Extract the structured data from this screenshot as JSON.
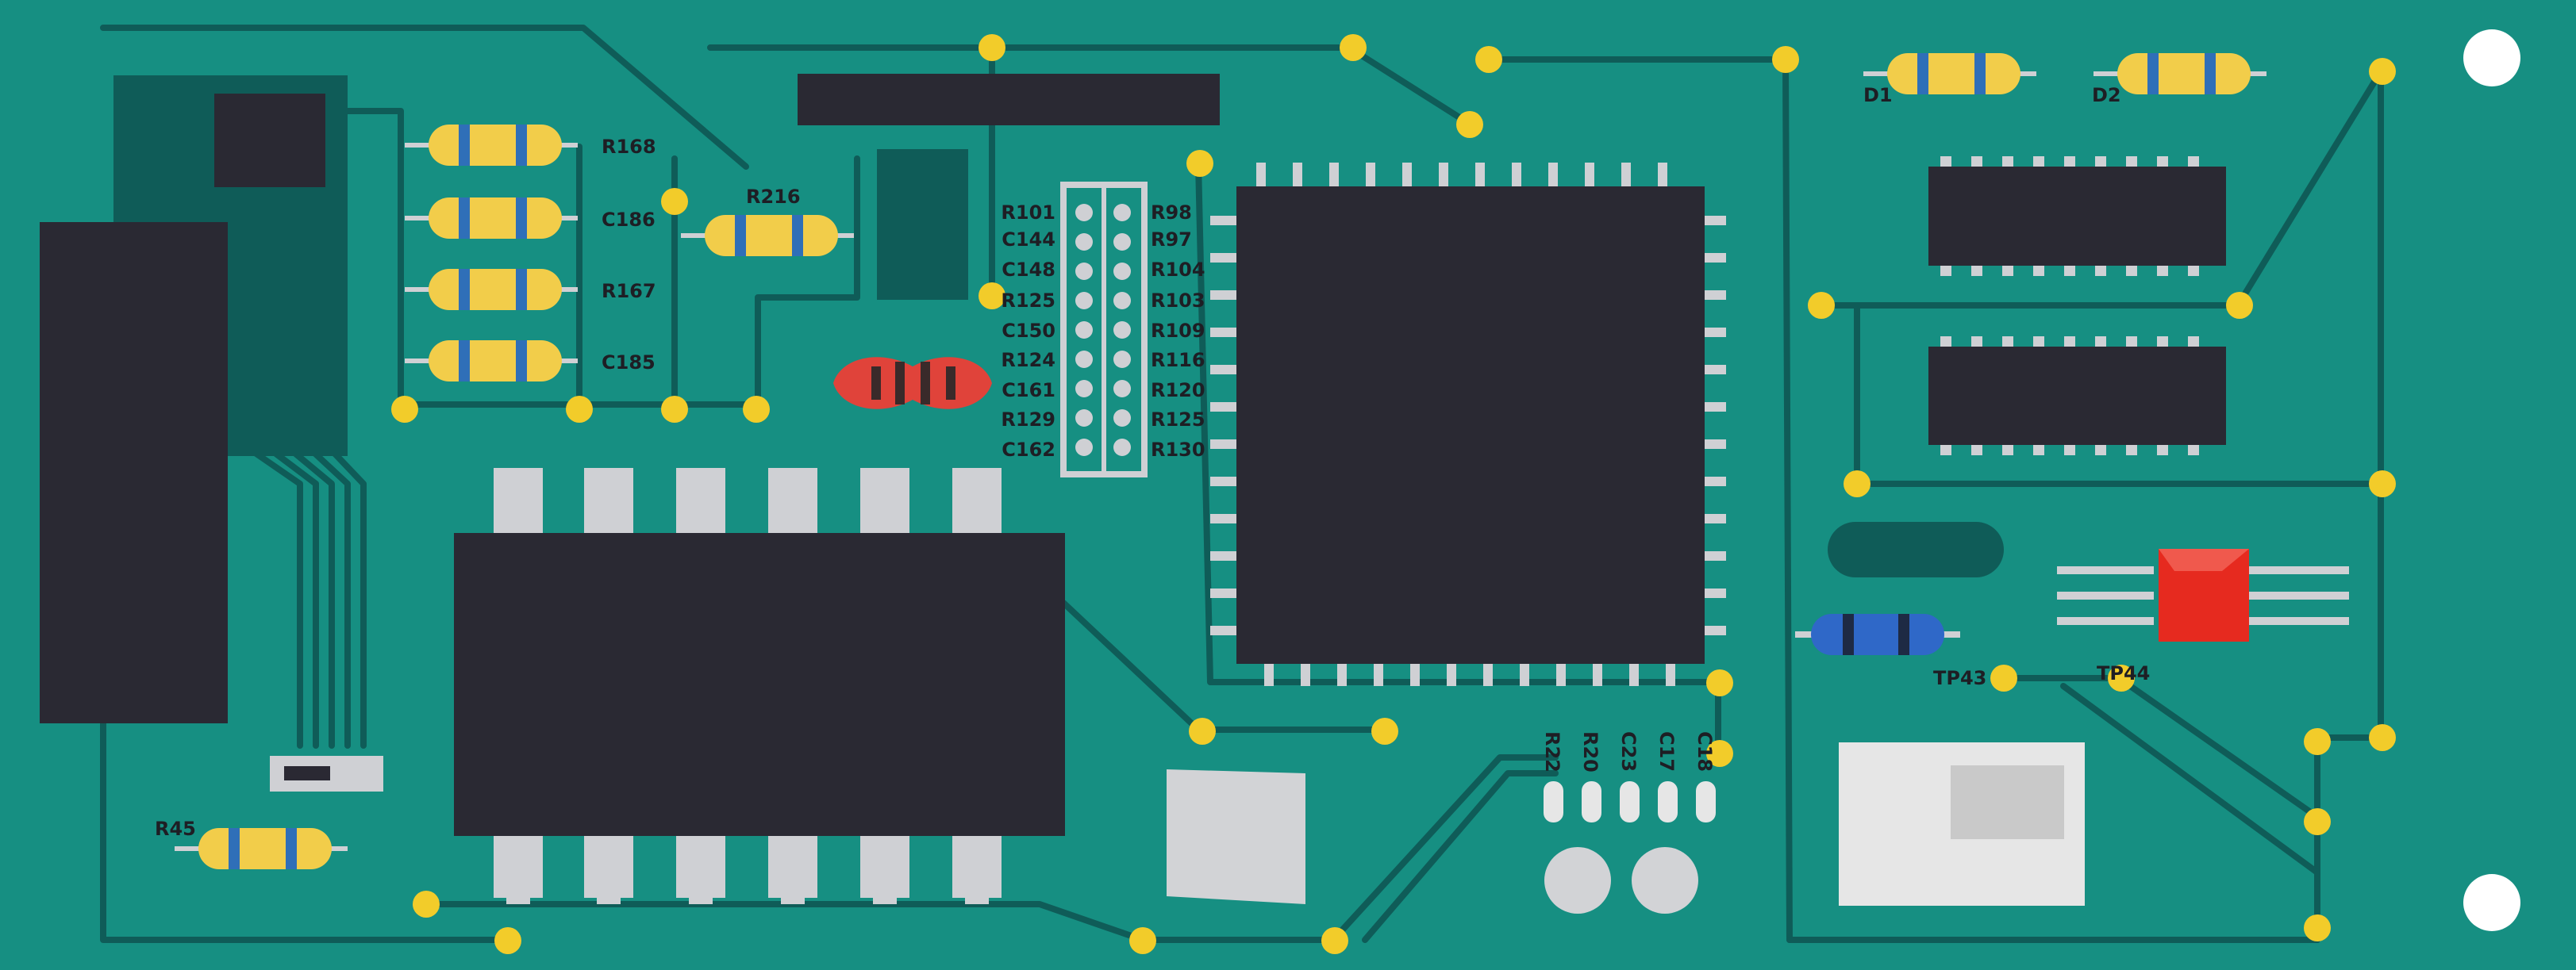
{
  "colors": {
    "board": "#168f82",
    "trace": "#0f5c58",
    "pad": "#f2cc2a",
    "chip": "#2a2933",
    "pin": "#cfd0d4",
    "resistor_body": "#f2cd4a",
    "resistor_band": "#2f6fb8",
    "hole": "#ffffff",
    "led_red": "#e62a1f",
    "blue_resistor": "#2f68c8",
    "red_resistor": "#e0433a",
    "module_light": "#e6e6e6",
    "module_dark": "#c9c9c9"
  },
  "labels": {
    "left_column": [
      "R168",
      "C186",
      "R167",
      "C185"
    ],
    "resistor_mid": "R216",
    "resistor_bottom_left": "R45",
    "header_left": [
      "R101",
      "C144",
      "C148",
      "R125",
      "C150",
      "R124",
      "C161",
      "R129",
      "C162"
    ],
    "header_right": [
      "R98",
      "R97",
      "R104",
      "R103",
      "R109",
      "R116",
      "R120",
      "R125",
      "R130"
    ],
    "vertical_row": [
      "R22",
      "R20",
      "C23",
      "C17",
      "C18"
    ],
    "diode_1": "D1",
    "diode_2": "D2",
    "tp_1": "TP43",
    "tp_2": "TP44"
  }
}
